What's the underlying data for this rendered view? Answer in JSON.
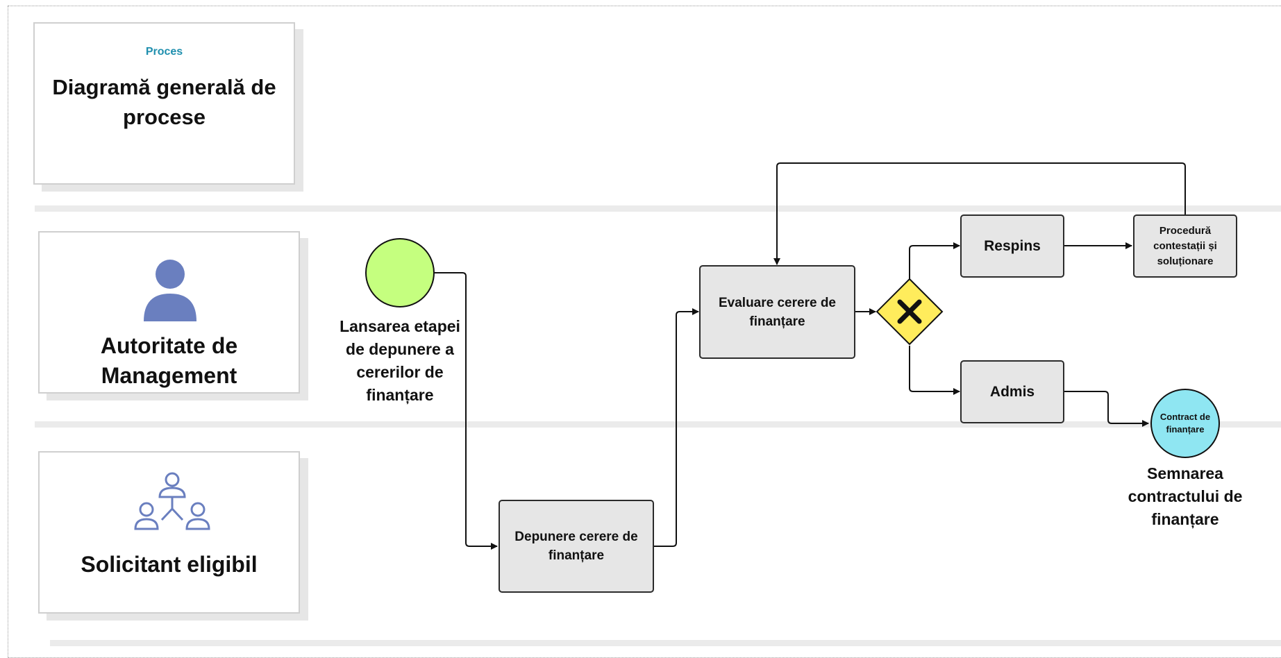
{
  "header_card": {
    "eyebrow": "Proces",
    "title": "Diagramă generală de procese"
  },
  "lanes": [
    {
      "name": "Autoritate de Management",
      "icon": "person-icon"
    },
    {
      "name": "Solicitant eligibil",
      "icon": "group-hierarchy-icon"
    }
  ],
  "events": {
    "start": {
      "label": "Lansarea etapei de depunere a cererilor de finanțare"
    },
    "end": {
      "inner_label": "Contract de finanțare",
      "label": "Semnarea contractului de finanțare"
    }
  },
  "tasks": {
    "submit": "Depunere cerere de finanțare",
    "evaluate": "Evaluare cerere de finanțare",
    "rejected": "Respins",
    "admitted": "Admis",
    "appeal": "Procedură contestații și soluționare"
  },
  "gateway": {
    "type": "exclusive",
    "icon": "x-icon"
  },
  "colors": {
    "start_fill": "#c5ff7f",
    "end_fill": "#8fe6f2",
    "gateway_fill": "#ffec5c",
    "task_fill": "#e6e6e6",
    "icon_blue": "#6a7fbf",
    "eyebrow": "#1f8fae"
  }
}
